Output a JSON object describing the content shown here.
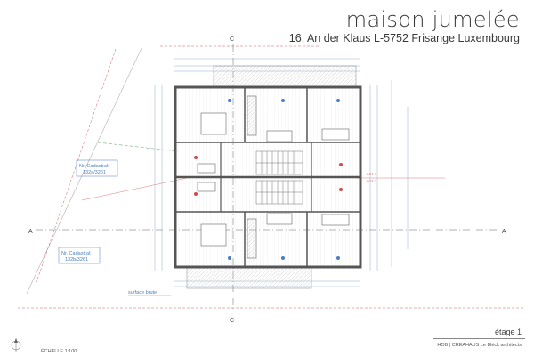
{
  "header": {
    "title": "maison jumelée",
    "address": "16, An der Klaus L-5752 Frisange Luxembourg"
  },
  "footer": {
    "floor_label": "étage 1",
    "credits": "HOB | CREAHAUS Le Bléck architects",
    "scale": "ÉCHELLE 1:100"
  },
  "plan": {
    "section_a": "A",
    "section_c": "C",
    "parcel_label_1": "Nr. Cadastral:",
    "parcel_number_1": "132a/3261",
    "parcel_label_2": "Nr. Cadastral:",
    "parcel_number_2": "132b/3261",
    "surface_label": "surface brute",
    "lot_1": "LOT 1",
    "lot_2": "LOT 2"
  },
  "colors": {
    "wall": "#555555",
    "hatch": "#b8b8b8",
    "red_point": "#d24a4a",
    "blue_point": "#4a7fc1",
    "property_line": "#d25a5a",
    "green_line": "#7ab07a",
    "blue_label": "#4a7fc1"
  }
}
